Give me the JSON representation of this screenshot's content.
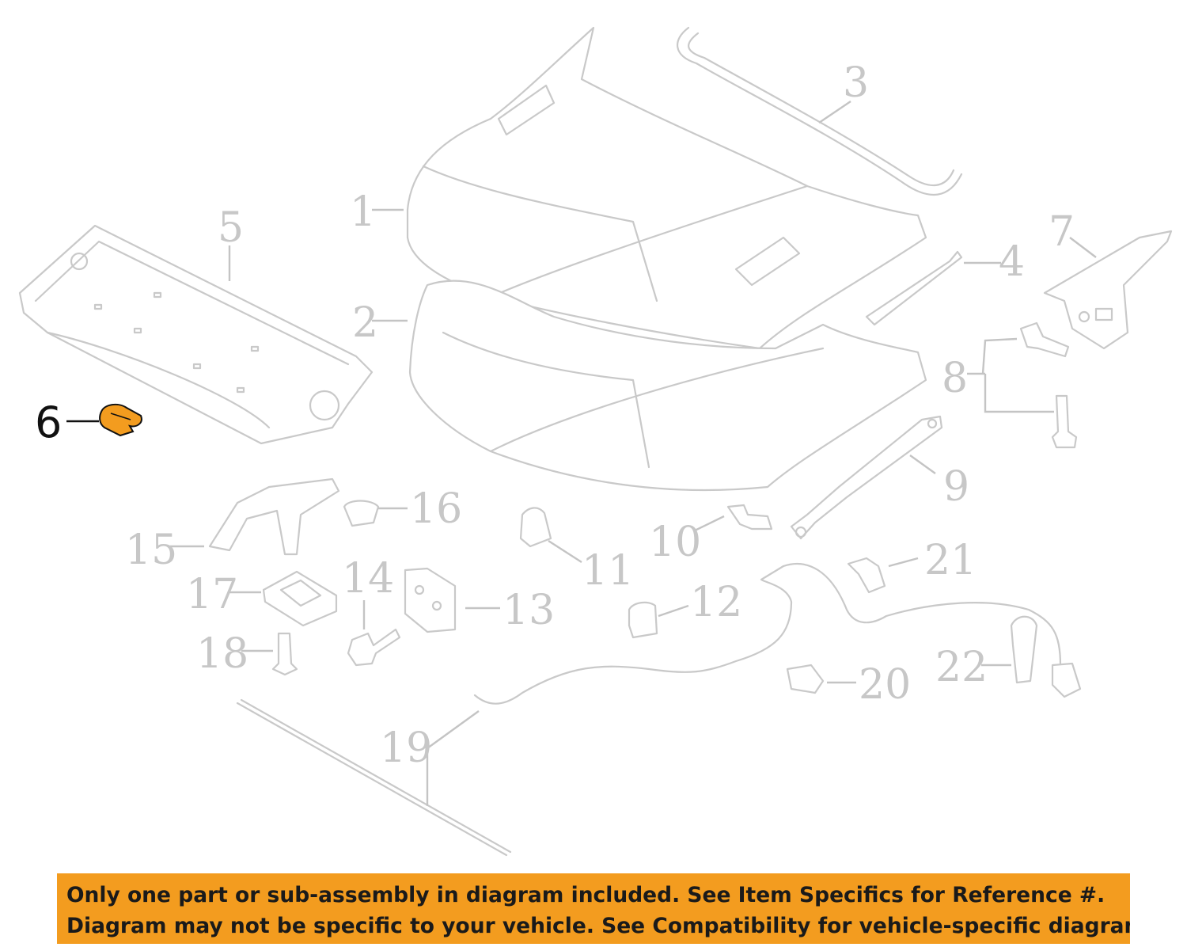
{
  "diagram": {
    "highlight_color": "#f39c1f",
    "outline_color": "#c9c9c9",
    "highlighted_part": "6",
    "callouts": [
      "1",
      "2",
      "3",
      "4",
      "5",
      "6",
      "7",
      "8",
      "9",
      "10",
      "11",
      "12",
      "13",
      "14",
      "15",
      "16",
      "17",
      "18",
      "19",
      "20",
      "21",
      "22"
    ]
  },
  "notice": {
    "background": "#f39c1f",
    "line1": "Only one part or sub-assembly in diagram included. See Item Specifics for Reference #.",
    "line2": "Diagram may not be specific to your vehicle. See Compatibility for vehicle-specific diagrams."
  }
}
